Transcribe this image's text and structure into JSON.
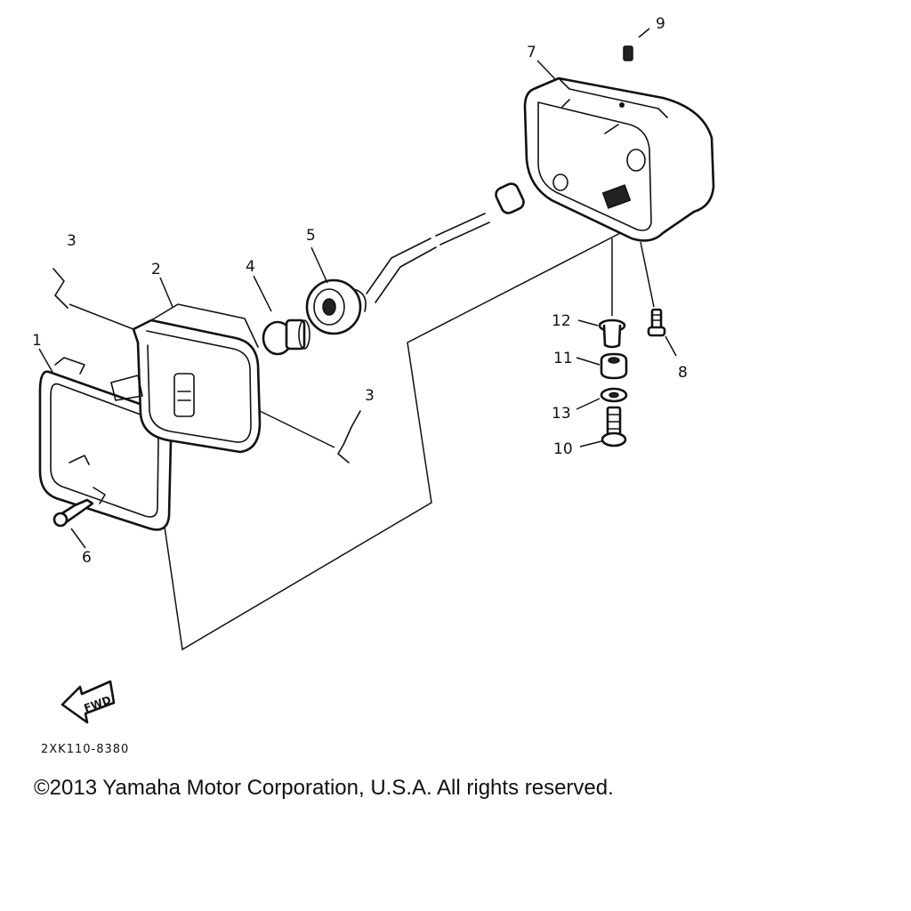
{
  "diagram": {
    "callouts": {
      "c1": "1",
      "c2": "2",
      "c3a": "3",
      "c3b": "3",
      "c4": "4",
      "c5": "5",
      "c6": "6",
      "c7": "7",
      "c8": "8",
      "c9": "9",
      "c10": "10",
      "c11": "11",
      "c12": "12",
      "c13": "13"
    },
    "fwd_label": "FWD",
    "drawing_code": "2XK110-8380"
  },
  "footer": {
    "copyright": "©2013 Yamaha Motor Corporation, U.S.A. All rights reserved."
  }
}
